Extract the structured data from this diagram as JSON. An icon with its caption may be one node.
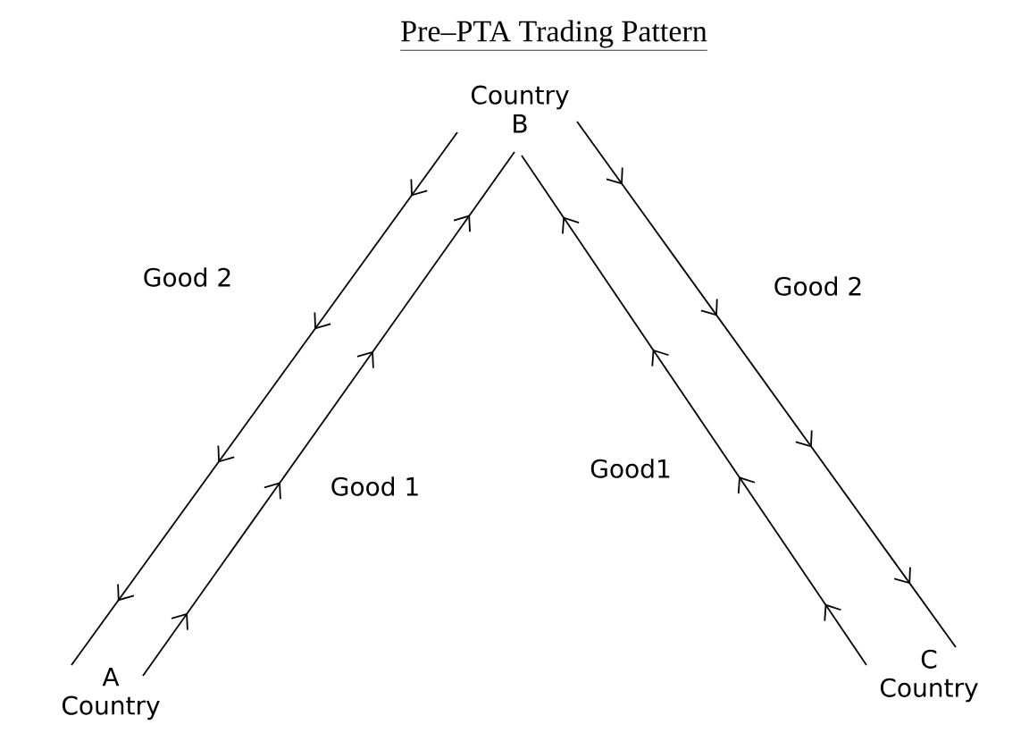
{
  "diagram": {
    "title": "Pre–PTA Trading Pattern",
    "nodes": [
      {
        "text": [
          "A",
          "Country"
        ]
      },
      {
        "text": [
          "Country",
          "B"
        ]
      },
      {
        "text": [
          "C",
          "Country"
        ]
      }
    ],
    "edges": [
      {
        "from": 1,
        "to": 0,
        "arrow": "to",
        "label": "Good 2"
      },
      {
        "from": 0,
        "to": 1,
        "arrow": "to",
        "label": "Good 1"
      },
      {
        "from": 2,
        "to": 1,
        "arrow": "to",
        "label": "Good1"
      },
      {
        "from": 1,
        "to": 2,
        "arrow": "to",
        "label": "Good 2"
      }
    ]
  }
}
